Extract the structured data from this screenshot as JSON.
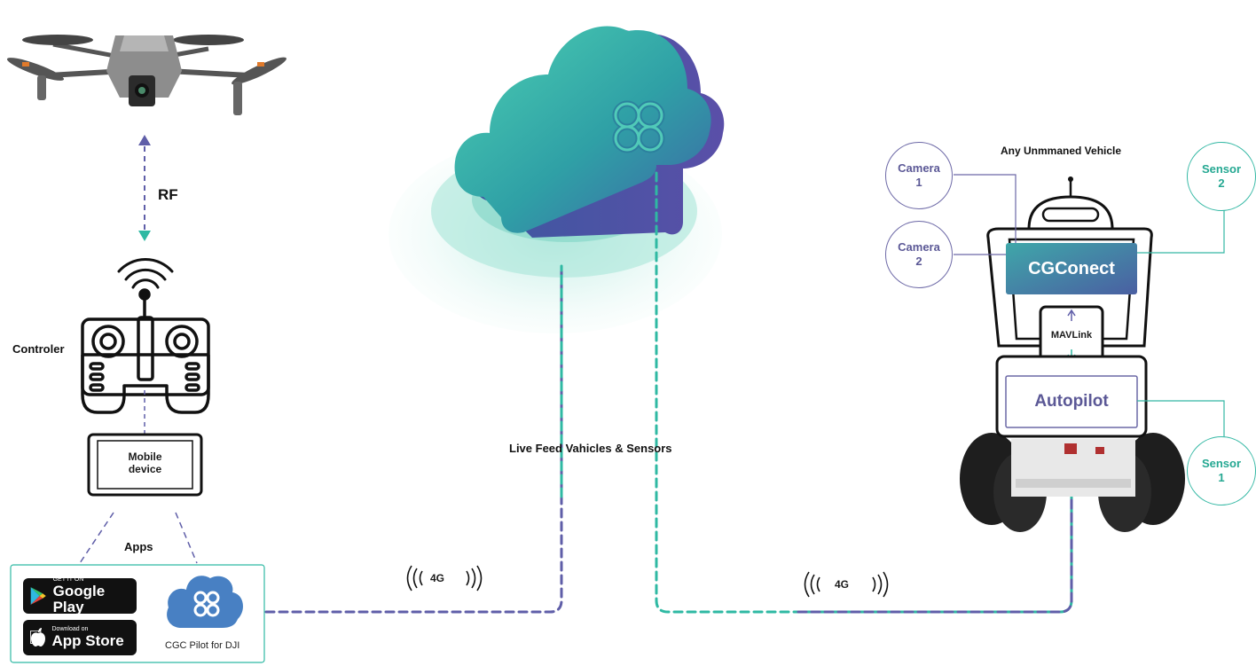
{
  "drone": {
    "rf_label": "RF"
  },
  "controller": {
    "label": "Controler"
  },
  "mobile_device": {
    "label_line1": "Mobile",
    "label_line2": "device"
  },
  "apps": {
    "label": "Apps",
    "google_play": {
      "small": "GET IT ON",
      "big": "Google Play"
    },
    "app_store": {
      "small": "Download on",
      "big": "App Store"
    },
    "cgc_pilot": {
      "label": "CGC Pilot for DJI"
    }
  },
  "cloud": {
    "label": "Live Feed Vahicles & Sensors"
  },
  "network": {
    "left_4g": "4G",
    "right_4g": "4G"
  },
  "vehicle": {
    "title": "Any Unmmaned Vehicle",
    "cgconect": "CGConect",
    "mavlink": "MAVLink",
    "autopilot": "Autopilot",
    "camera1": {
      "line1": "Camera",
      "line2": "1"
    },
    "camera2": {
      "line1": "Camera",
      "line2": "2"
    },
    "sensor1": {
      "line1": "Sensor",
      "line2": "1"
    },
    "sensor2": {
      "line1": "Sensor",
      "line2": "2"
    }
  },
  "colors": {
    "teal": "#2fb9a3",
    "purple": "#5f5ea8",
    "dark": "#111111"
  }
}
